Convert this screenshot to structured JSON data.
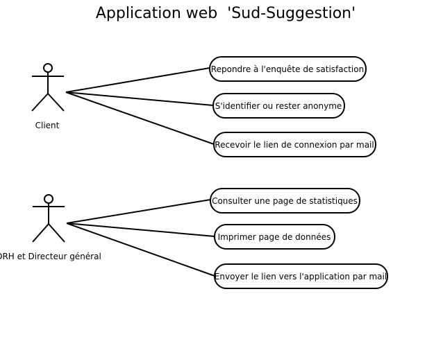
{
  "title": "Application web  'Sud-Suggestion'",
  "actors": [
    {
      "name": "Client",
      "use_cases": [
        "Repondre à l'enquête de satisfaction",
        "S'identifier ou rester anonyme",
        "Recevoir le lien de connexion par mail"
      ]
    },
    {
      "name": "DRH et Directeur général",
      "use_cases": [
        "Consulter une page de statistiques",
        "Imprimer page de données",
        "Envoyer le lien vers l'application par mail"
      ]
    }
  ]
}
